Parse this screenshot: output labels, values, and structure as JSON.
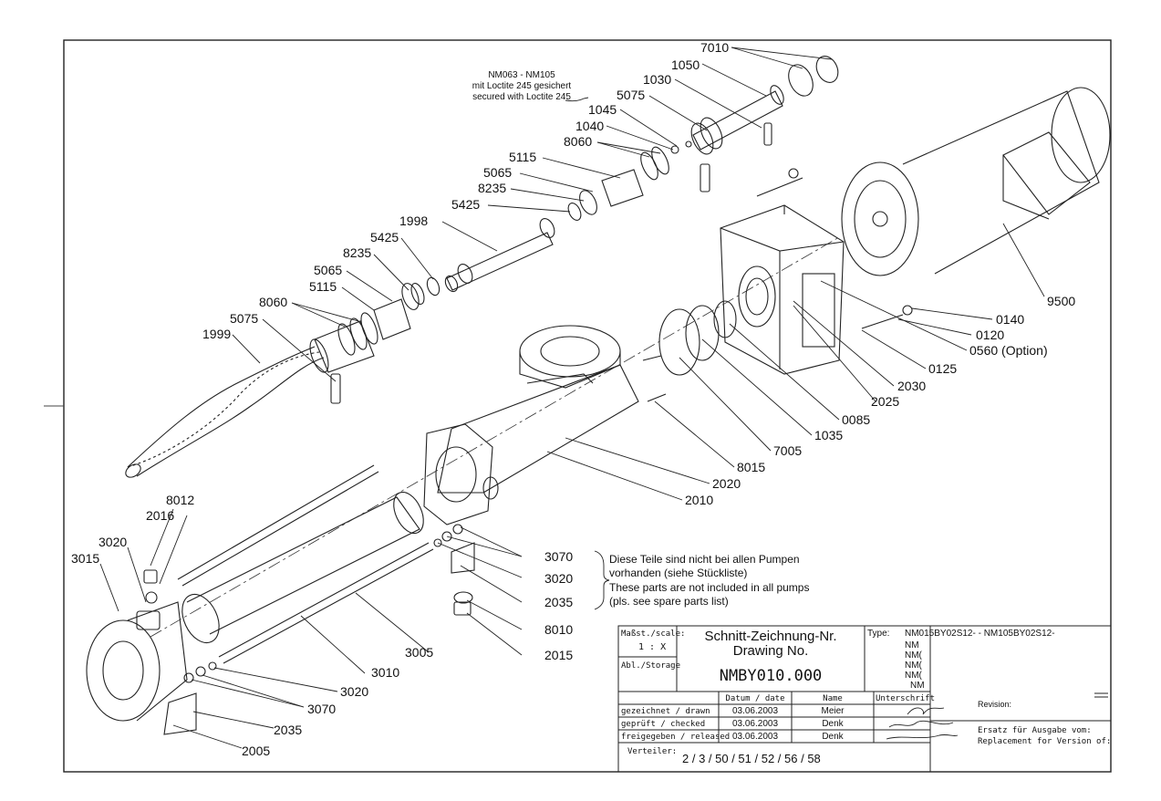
{
  "note_top": {
    "line1": "NM063 - NM105",
    "line2": "mit Loctite 245 gesichert",
    "line3": "secured with Loctite 245"
  },
  "note_side": {
    "line1": "Diese Teile sind nicht bei allen Pumpen",
    "line2": "vorhanden (siehe Stückliste)",
    "line3": "These parts are not included in all pumps",
    "line4": "(pls. see spare parts list)"
  },
  "labels": {
    "p7010": "7010",
    "p1050": "1050",
    "p1030": "1030",
    "p5075a": "5075",
    "p1045": "1045",
    "p1040": "1040",
    "p8060a": "8060",
    "p5115a": "5115",
    "p5065a": "5065",
    "p8235a": "8235",
    "p5425a": "5425",
    "p1998": "1998",
    "p5425b": "5425",
    "p8235b": "8235",
    "p5065b": "5065",
    "p5115b": "5115",
    "p8060b": "8060",
    "p5075b": "5075",
    "p1999": "1999",
    "p9500": "9500",
    "p0140": "0140",
    "p0120": "0120",
    "p0560": "0560 (Option)",
    "p0125": "0125",
    "p2030": "2030",
    "p2025": "2025",
    "p0085": "0085",
    "p1035": "1035",
    "p7005": "7005",
    "p8015": "8015",
    "p2020": "2020",
    "p2010": "2010",
    "p8012": "8012",
    "p2016": "2016",
    "p3020a": "3020",
    "p3015": "3015",
    "p3070a": "3070",
    "p3020b": "3020",
    "p2035a": "2035",
    "p8010": "8010",
    "p2015": "2015",
    "p3005": "3005",
    "p3010": "3010",
    "p3020c": "3020",
    "p3070b": "3070",
    "p2035b": "2035",
    "p2005": "2005"
  },
  "title_block": {
    "scale_label": "Maßst./scale:",
    "scale_value": "1 : X",
    "storage_label": "Abl./Storage",
    "drawing_title_de": "Schnitt-Zeichnung-Nr.",
    "drawing_title_en": "Drawing No.",
    "drawing_number": "NMBY010.000",
    "type_label": "Type:",
    "type_line1": "NM015BY02S12-  -  NM105BY02S12-",
    "type_rows": [
      "NM",
      "NM(",
      "NM(",
      "NM(",
      "NM"
    ],
    "col_date": "Datum / date",
    "col_name": "Name",
    "col_sign": "Unterschrift",
    "rows": [
      {
        "label": "gezeichnet / drawn",
        "date": "03.06.2003",
        "name": "Meier"
      },
      {
        "label": "geprüft / checked",
        "date": "03.06.2003",
        "name": "Denk"
      },
      {
        "label": "freigegeben / released",
        "date": "03.06.2003",
        "name": "Denk"
      }
    ],
    "revision_label": "Revision:",
    "replace_de": "Ersatz für Ausgabe vom:",
    "replace_en": "Replacement for Version of:",
    "distributor_label": "Verteiler:",
    "distributor_value": "2 / 3 / 50 / 51 / 52 / 56 / 58"
  }
}
